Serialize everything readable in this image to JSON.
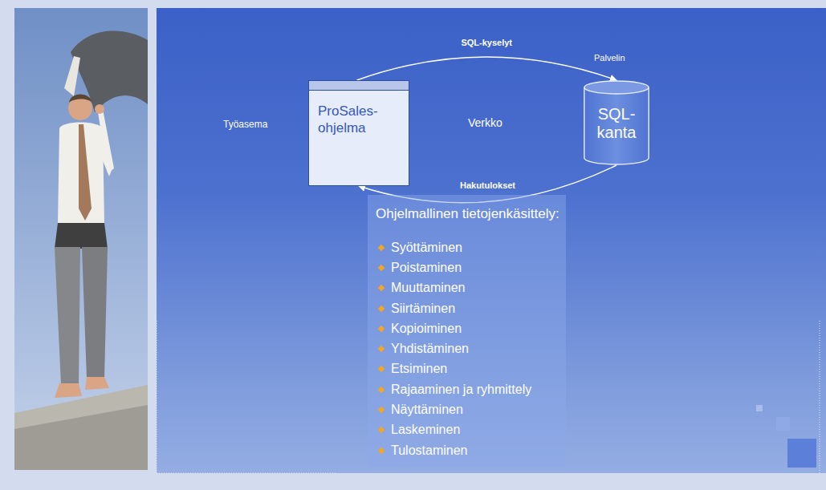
{
  "diagram": {
    "nodes": [
      {
        "text": [
          "ProSales-ohjelma"
        ]
      },
      {
        "text": [
          "SQL-kanta"
        ]
      },
      {
        "text": [
          "Ohjelmallinen tietojenkäsittely:",
          "Syöttäminen",
          "Poistaminen",
          "Muuttaminen",
          "Siirtäminen",
          "Kopioiminen",
          "Yhdistäminen",
          "Etsiminen",
          "Rajaaminen ja ryhmittely",
          "Näyttäminen",
          "Laskeminen",
          "Tulostaminen"
        ]
      }
    ],
    "edges": [
      {
        "from": 0,
        "to": 1,
        "label": "SQL-kyselyt",
        "arrow": "to"
      },
      {
        "from": 1,
        "to": 0,
        "label": "Hakutulokset",
        "arrow": "to"
      }
    ],
    "labels": [
      "Palvelin",
      "Työasema",
      "Verkko"
    ]
  }
}
